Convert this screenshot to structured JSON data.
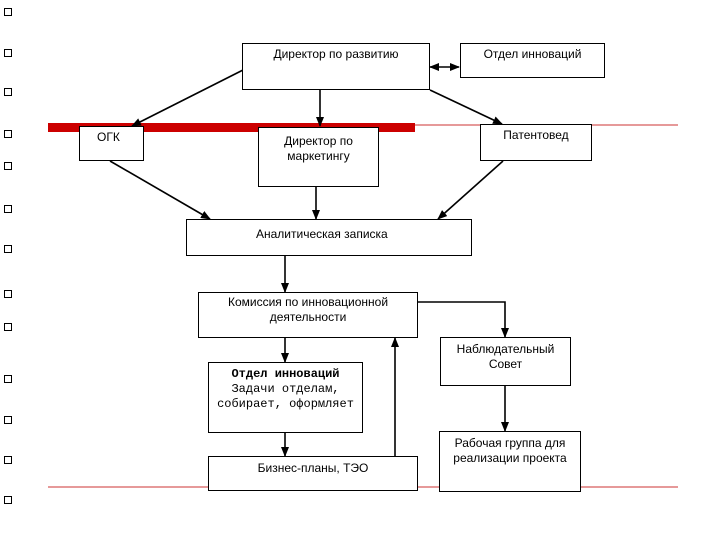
{
  "boxes": {
    "director_dev": "Директор по развитию",
    "dept_innov_top": "Отдел инноваций",
    "ogk": "ОГК",
    "director_mkt": "Директор по маркетингу",
    "patent": "Патентовед",
    "analytic": "Аналитическая записка",
    "commission": "Комиссия по инновационной деятельности",
    "dept_innov_title": "Отдел инноваций",
    "dept_innov_body": "Задачи отделам, собирает, оформляет",
    "business": "Бизнес-планы, ТЭО",
    "council": "Наблюдательный Совет",
    "workgroup": "Рабочая группа для реализации проекта"
  },
  "colors": {
    "accent_red": "#cc0000",
    "thin_red": "#cc3333",
    "line": "#000000"
  }
}
